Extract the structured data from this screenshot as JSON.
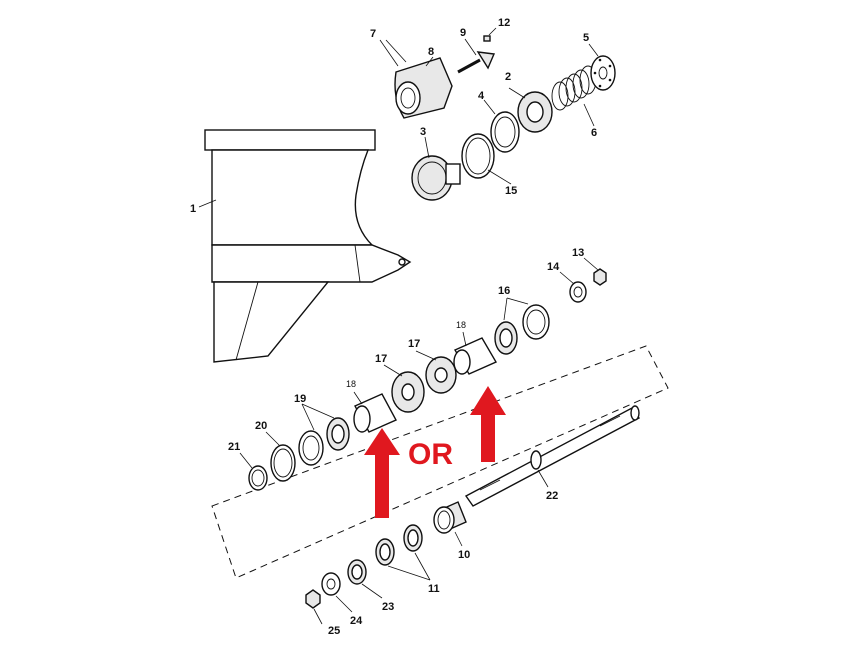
{
  "labels": {
    "l1": "1",
    "l2": "2",
    "l3": "3",
    "l4": "4",
    "l5": "5",
    "l6": "6",
    "l7": "7",
    "l8": "8",
    "l9": "9",
    "l10": "10",
    "l11": "11",
    "l12": "12",
    "l13": "13",
    "l14": "14",
    "l15": "15",
    "l16": "16",
    "l17a": "17",
    "l17b": "17",
    "l18a": "18",
    "l18b": "18",
    "l19": "19",
    "l20": "20",
    "l21": "21",
    "l22": "22",
    "l23": "23",
    "l24": "24",
    "l25": "25"
  },
  "annotation": {
    "or_text": "OR"
  },
  "colors": {
    "arrow": "#e0181f",
    "line": "#111111",
    "background": "#ffffff"
  }
}
